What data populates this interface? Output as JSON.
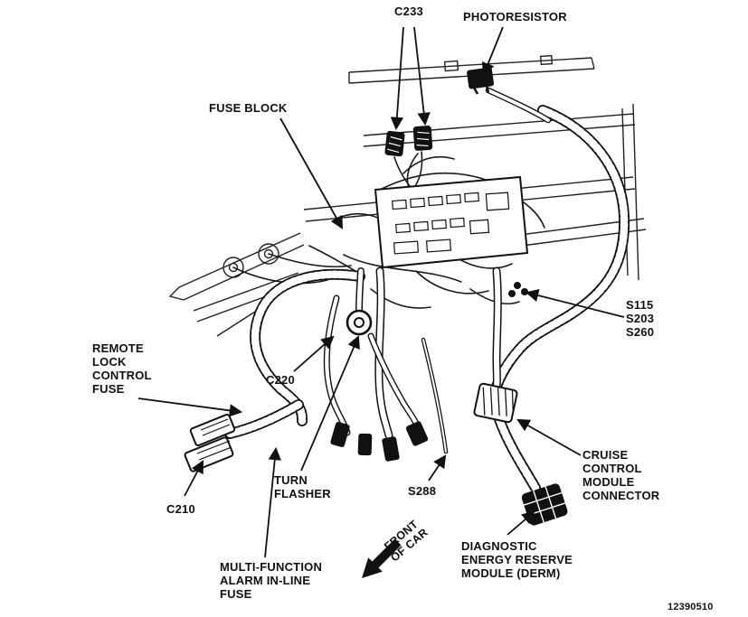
{
  "figure": {
    "part_number": "12390510"
  },
  "labels": {
    "c233": "C233",
    "photoresistor": "PHOTORESISTOR",
    "fuse_block": "FUSE BLOCK",
    "remote_lock_control_fuse": "REMOTE\nLOCK\nCONTROL\nFUSE",
    "c220": "C220",
    "turn_flasher": "TURN\nFLASHER",
    "c210": "C210",
    "multi_function_fuse": "MULTI-FUNCTION\nALARM IN-LINE\nFUSE",
    "s288": "S288",
    "front_of_car": "FRONT\nOF CAR",
    "splices": "S115\nS203\nS260",
    "cruise_control_connector": "CRUISE\nCONTROL\nMODULE\nCONNECTOR",
    "derm": "DIAGNOSTIC\nENERGY RESERVE\nMODULE (DERM)"
  },
  "colors": {
    "ink": "#111111",
    "paper": "#ffffff"
  }
}
